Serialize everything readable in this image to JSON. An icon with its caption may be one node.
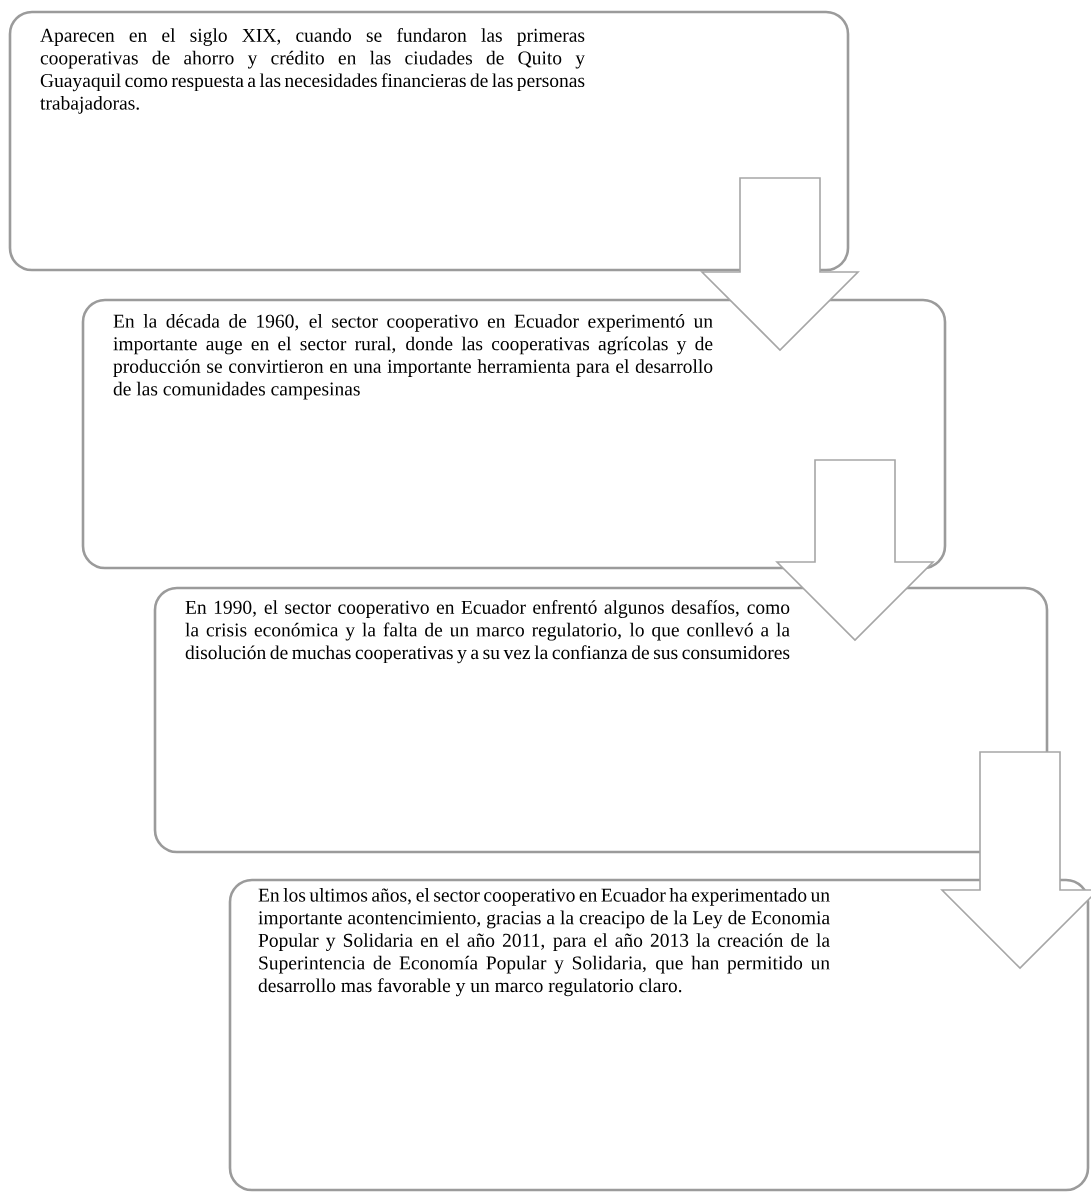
{
  "diagram": {
    "nodes": [
      {
        "text": [
          "Aparecen en el siglo XIX, cuando se fundaron las primeras cooperativas de ahorro y crédito en las ciudades de Quito y Guayaquil como respuesta a las necesidades financieras de las personas trabajadoras."
        ]
      },
      {
        "text": [
          "En la década de 1960, el sector cooperativo en Ecuador experimentó un importante auge en el sector rural, donde las cooperativas agrícolas y de producción se convirtieron en una importante herramienta para el desarrollo de las comunidades campesinas"
        ]
      },
      {
        "text": [
          "En 1990, el sector cooperativo en Ecuador enfrentó algunos desafíos, como la crisis económica y la falta de un marco regulatorio, lo que conllevó a la disolución de muchas cooperativas y a su vez la confianza de sus consumidores"
        ]
      },
      {
        "text": [
          "En los ultimos años, el sector cooperativo en Ecuador ha experimentado un importante acontencimiento, gracias a la creacipo de la Ley de Economia Popular y Solidaria en el año 2011, para el año 2013 la creación de la Superintencia de Economía Popular y Solidaria, que han permitido un desarrollo mas favorable y un marco regulatorio claro."
        ]
      }
    ],
    "edges": [
      {
        "from": 0,
        "to": 1,
        "arrow": "to"
      },
      {
        "from": 1,
        "to": 2,
        "arrow": "to"
      },
      {
        "from": 2,
        "to": 3,
        "arrow": "to"
      }
    ]
  }
}
